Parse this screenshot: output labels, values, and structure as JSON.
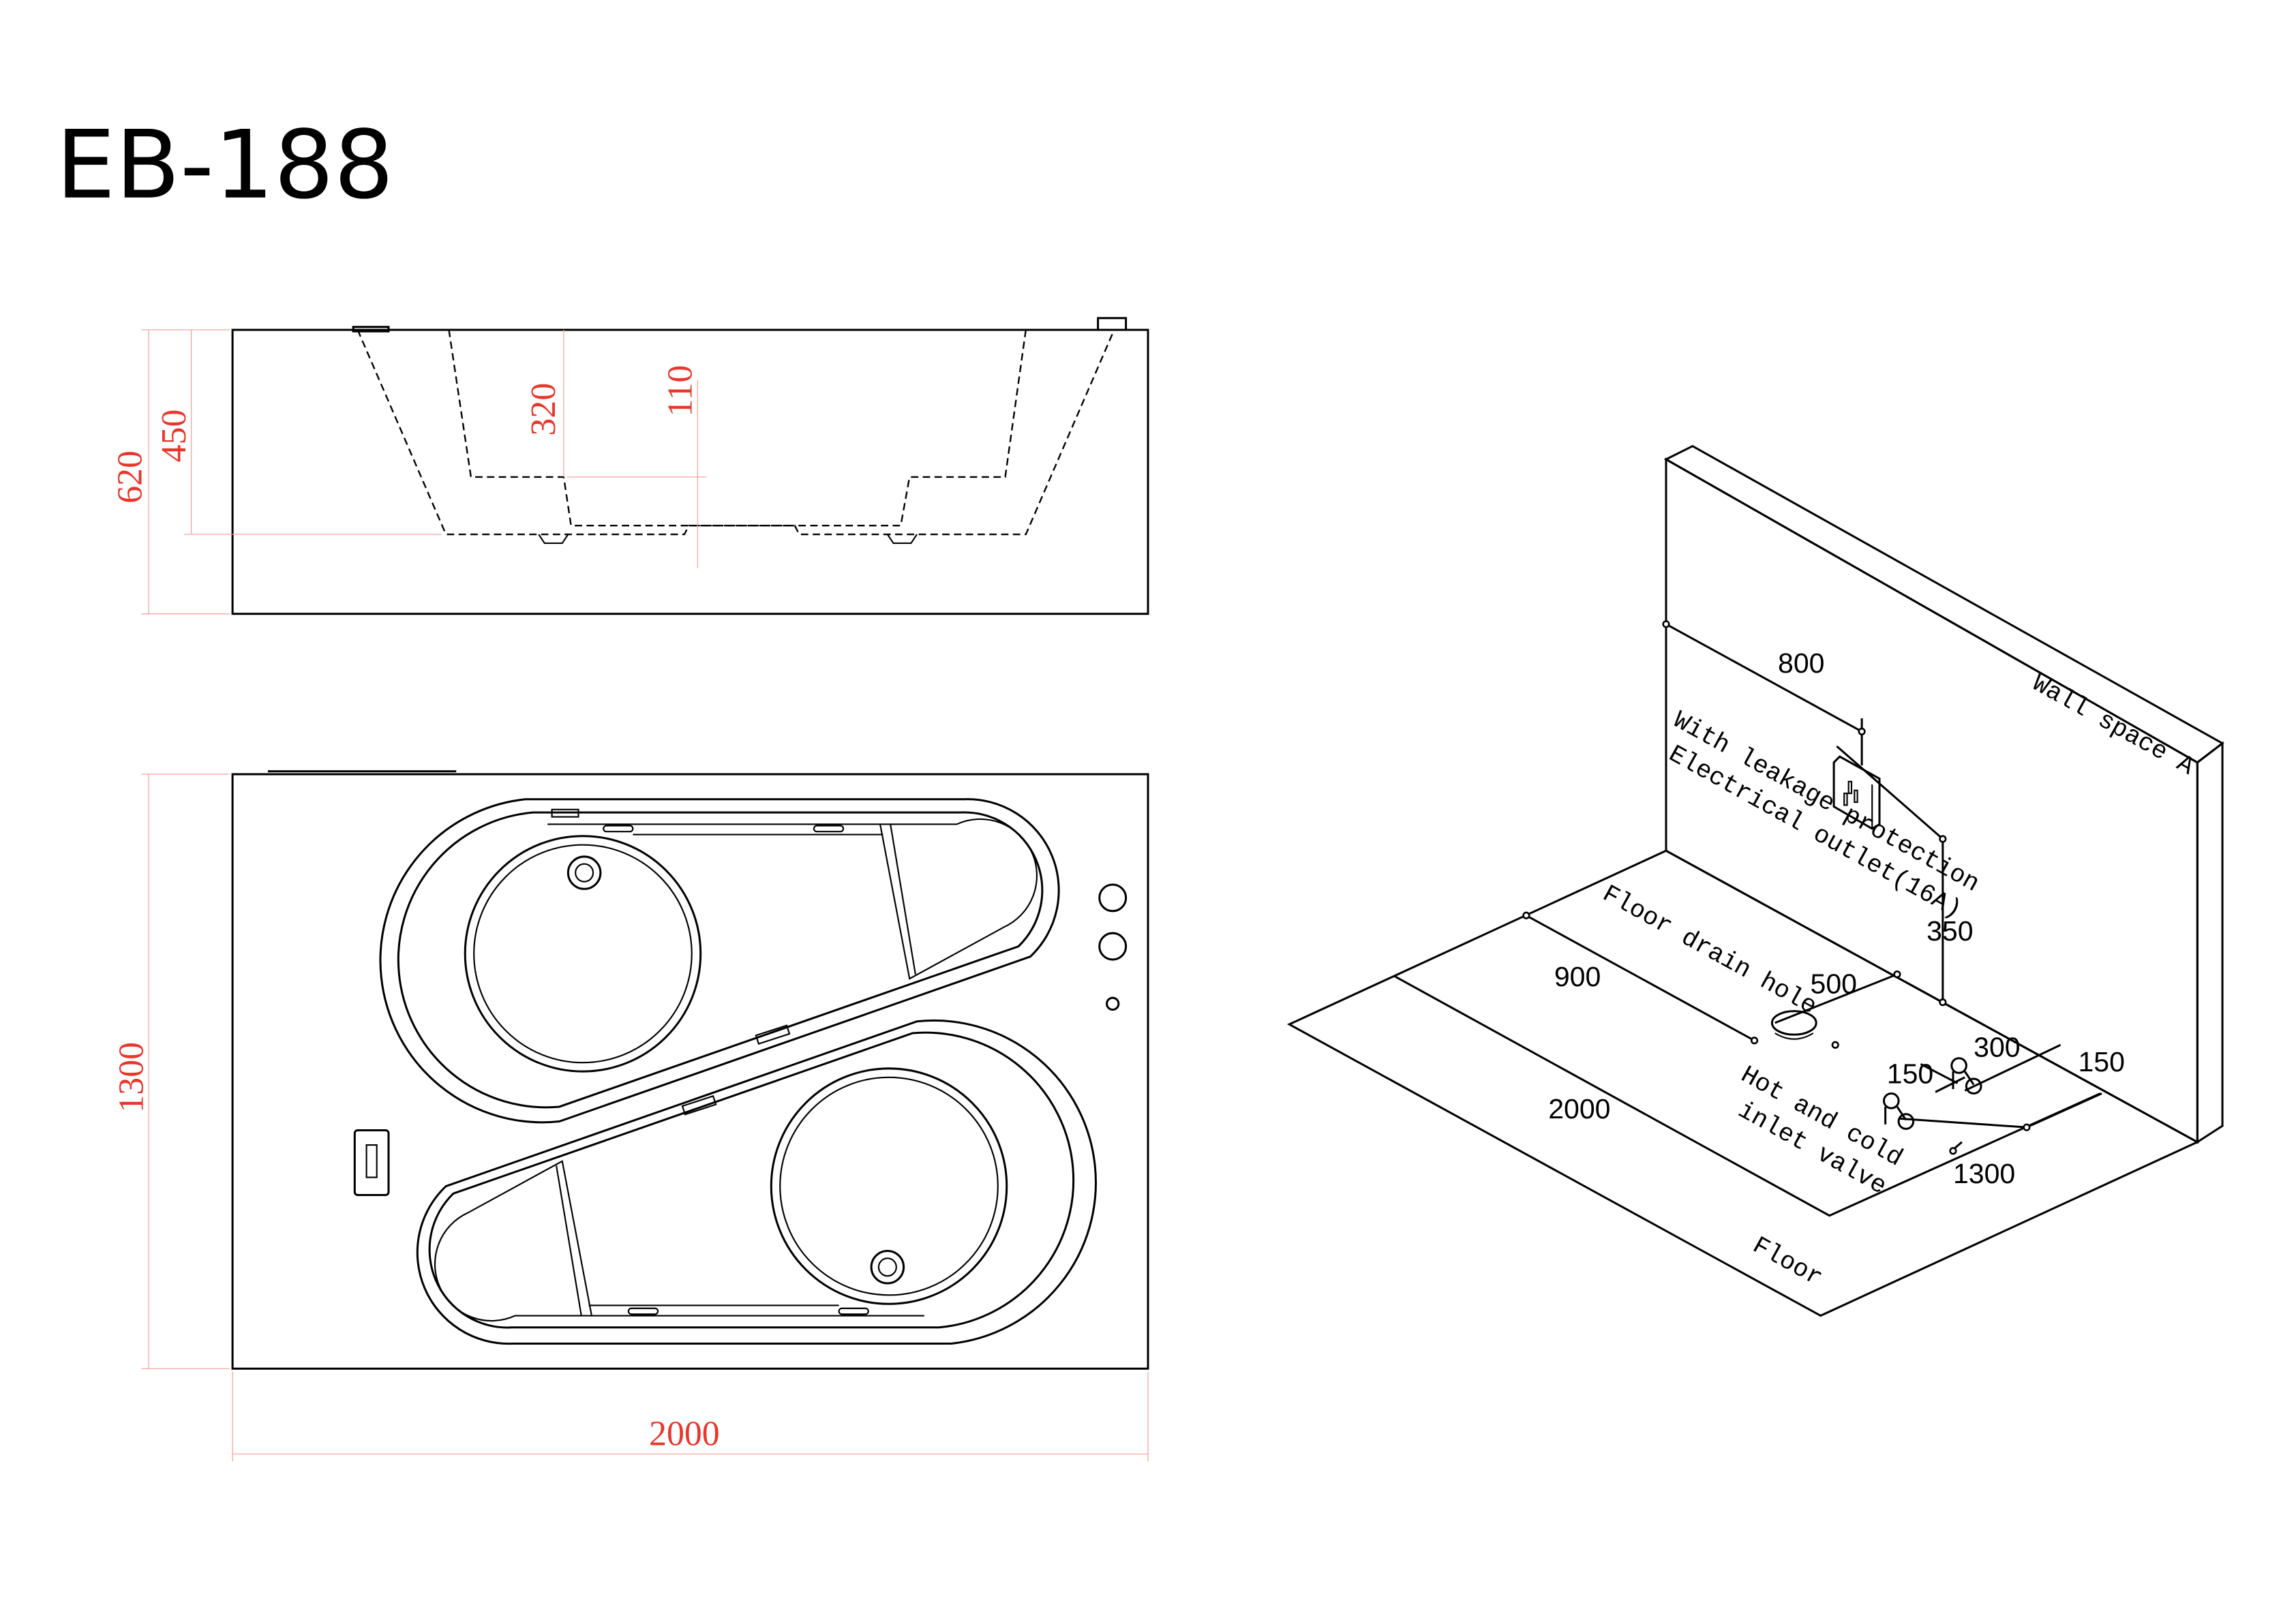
{
  "title": "EB-188",
  "side_view": {
    "dims": {
      "total_height": "620",
      "rim_height": "450",
      "seat_depth": "320",
      "floor_step": "110"
    }
  },
  "top_view": {
    "dims": {
      "width": "1300",
      "length": "2000"
    }
  },
  "install_view": {
    "labels": {
      "wall": "Wall space A",
      "outlet_line1": "With leakage protection",
      "outlet_line2": "Electrical outlet(16A)",
      "drain": "Floor drain hole",
      "valve_line1": "Hot and cold",
      "valve_line2": "inlet valve",
      "floor": "Floor"
    },
    "dims": {
      "outlet_offset": "800",
      "outlet_height": "350",
      "drain_offset": "500",
      "drain_distance": "900",
      "tub_length": "2000",
      "tub_width": "1300",
      "valve_offset": "300",
      "valve_spacing": "150",
      "valve_edge": "150"
    }
  }
}
